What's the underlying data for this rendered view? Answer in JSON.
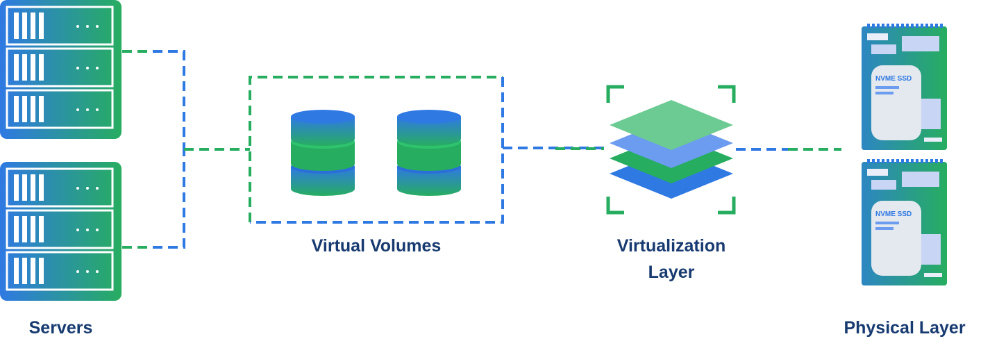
{
  "labels": {
    "servers": "Servers",
    "virtual_volumes": "Virtual Volumes",
    "virtualization_layer_line1": "Virtualization",
    "virtualization_layer_line2": "Layer",
    "physical_layer": "Physical Layer"
  },
  "ssd_label": "NVME SSD",
  "icons": {
    "server": "server-rack-icon",
    "database": "database-icon",
    "layers": "layers-icon",
    "ssd": "nvme-ssd-icon"
  },
  "colors": {
    "blue": "#2f79e3",
    "green": "#27ad60",
    "dark_text": "#173a70",
    "layer_top": "#6ccb92",
    "layer_2": "#6b9cf0",
    "layer_3": "#27ad60",
    "layer_4": "#2f79e3"
  }
}
